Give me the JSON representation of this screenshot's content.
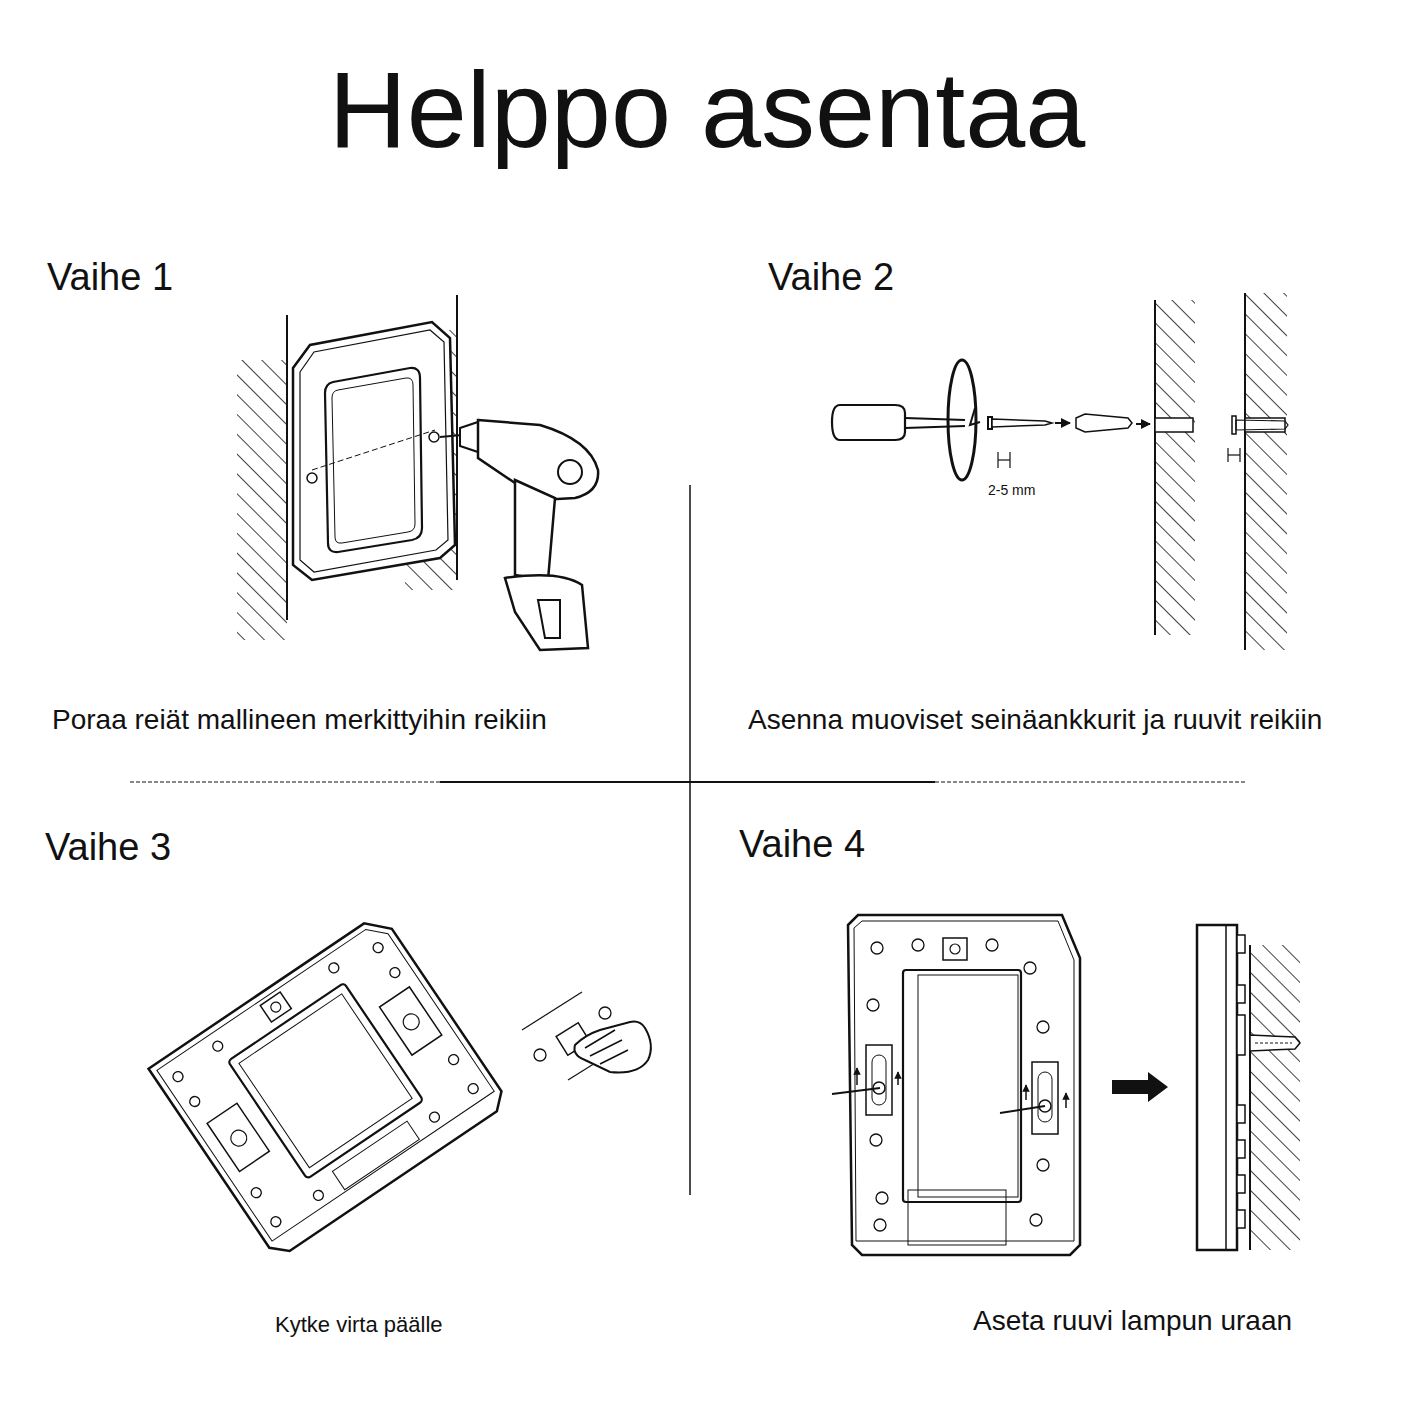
{
  "diagram": {
    "title": "Helppo asentaa",
    "labels": [
      "Vaihe 1",
      "Poraa reiät mallineen merkittyihin reikiin",
      "Vaihe 2",
      "Asenna muoviset seinäankkurit ja ruuvit reikiin",
      "2-5 mm",
      "Vaihe 3",
      "Kytke virta päälle",
      "Vaihe 4",
      "Aseta ruuvi lampun uraan"
    ]
  }
}
